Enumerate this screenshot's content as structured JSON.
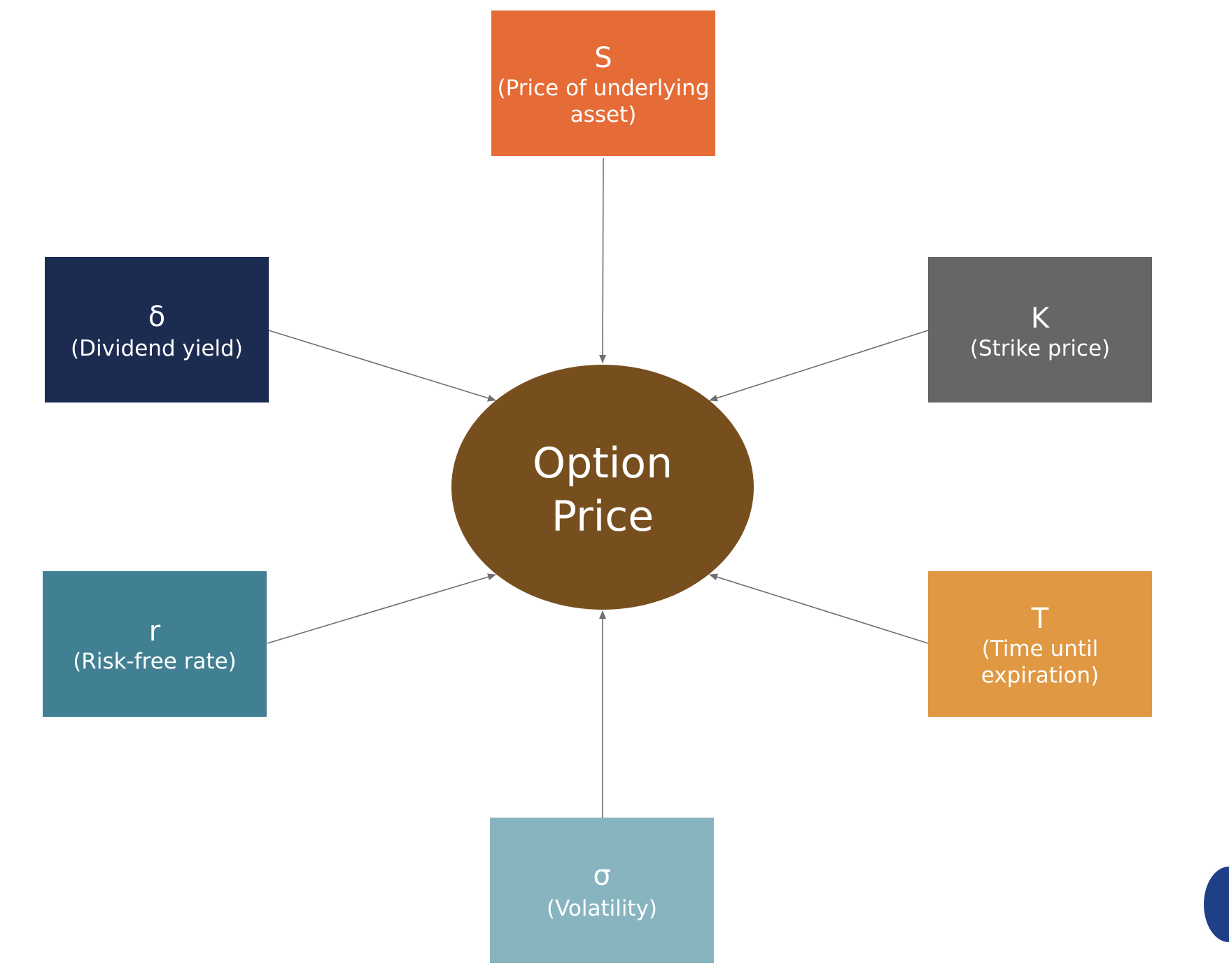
{
  "center": {
    "lines": [
      "Option",
      "Price"
    ],
    "color": "#774f1e"
  },
  "factors": {
    "top": {
      "symbol": "S",
      "lines": [
        "(Price of underlying",
        "asset)"
      ],
      "color": "#e66c37"
    },
    "upper_left": {
      "symbol": "δ",
      "lines": [
        "(Dividend yield)"
      ],
      "color": "#1c2c51"
    },
    "upper_right": {
      "symbol": "K",
      "lines": [
        "(Strike price)"
      ],
      "color": "#666666"
    },
    "lower_left": {
      "symbol": "r",
      "lines": [
        "(Risk-free rate)"
      ],
      "color": "#418092"
    },
    "lower_right": {
      "symbol": "T",
      "lines": [
        "(Time until",
        "expiration)"
      ],
      "color": "#e09842"
    },
    "bottom": {
      "symbol": "σ",
      "lines": [
        "(Volatility)"
      ],
      "color": "#88b4bf"
    }
  },
  "arrow_color": "#6f6f6f"
}
